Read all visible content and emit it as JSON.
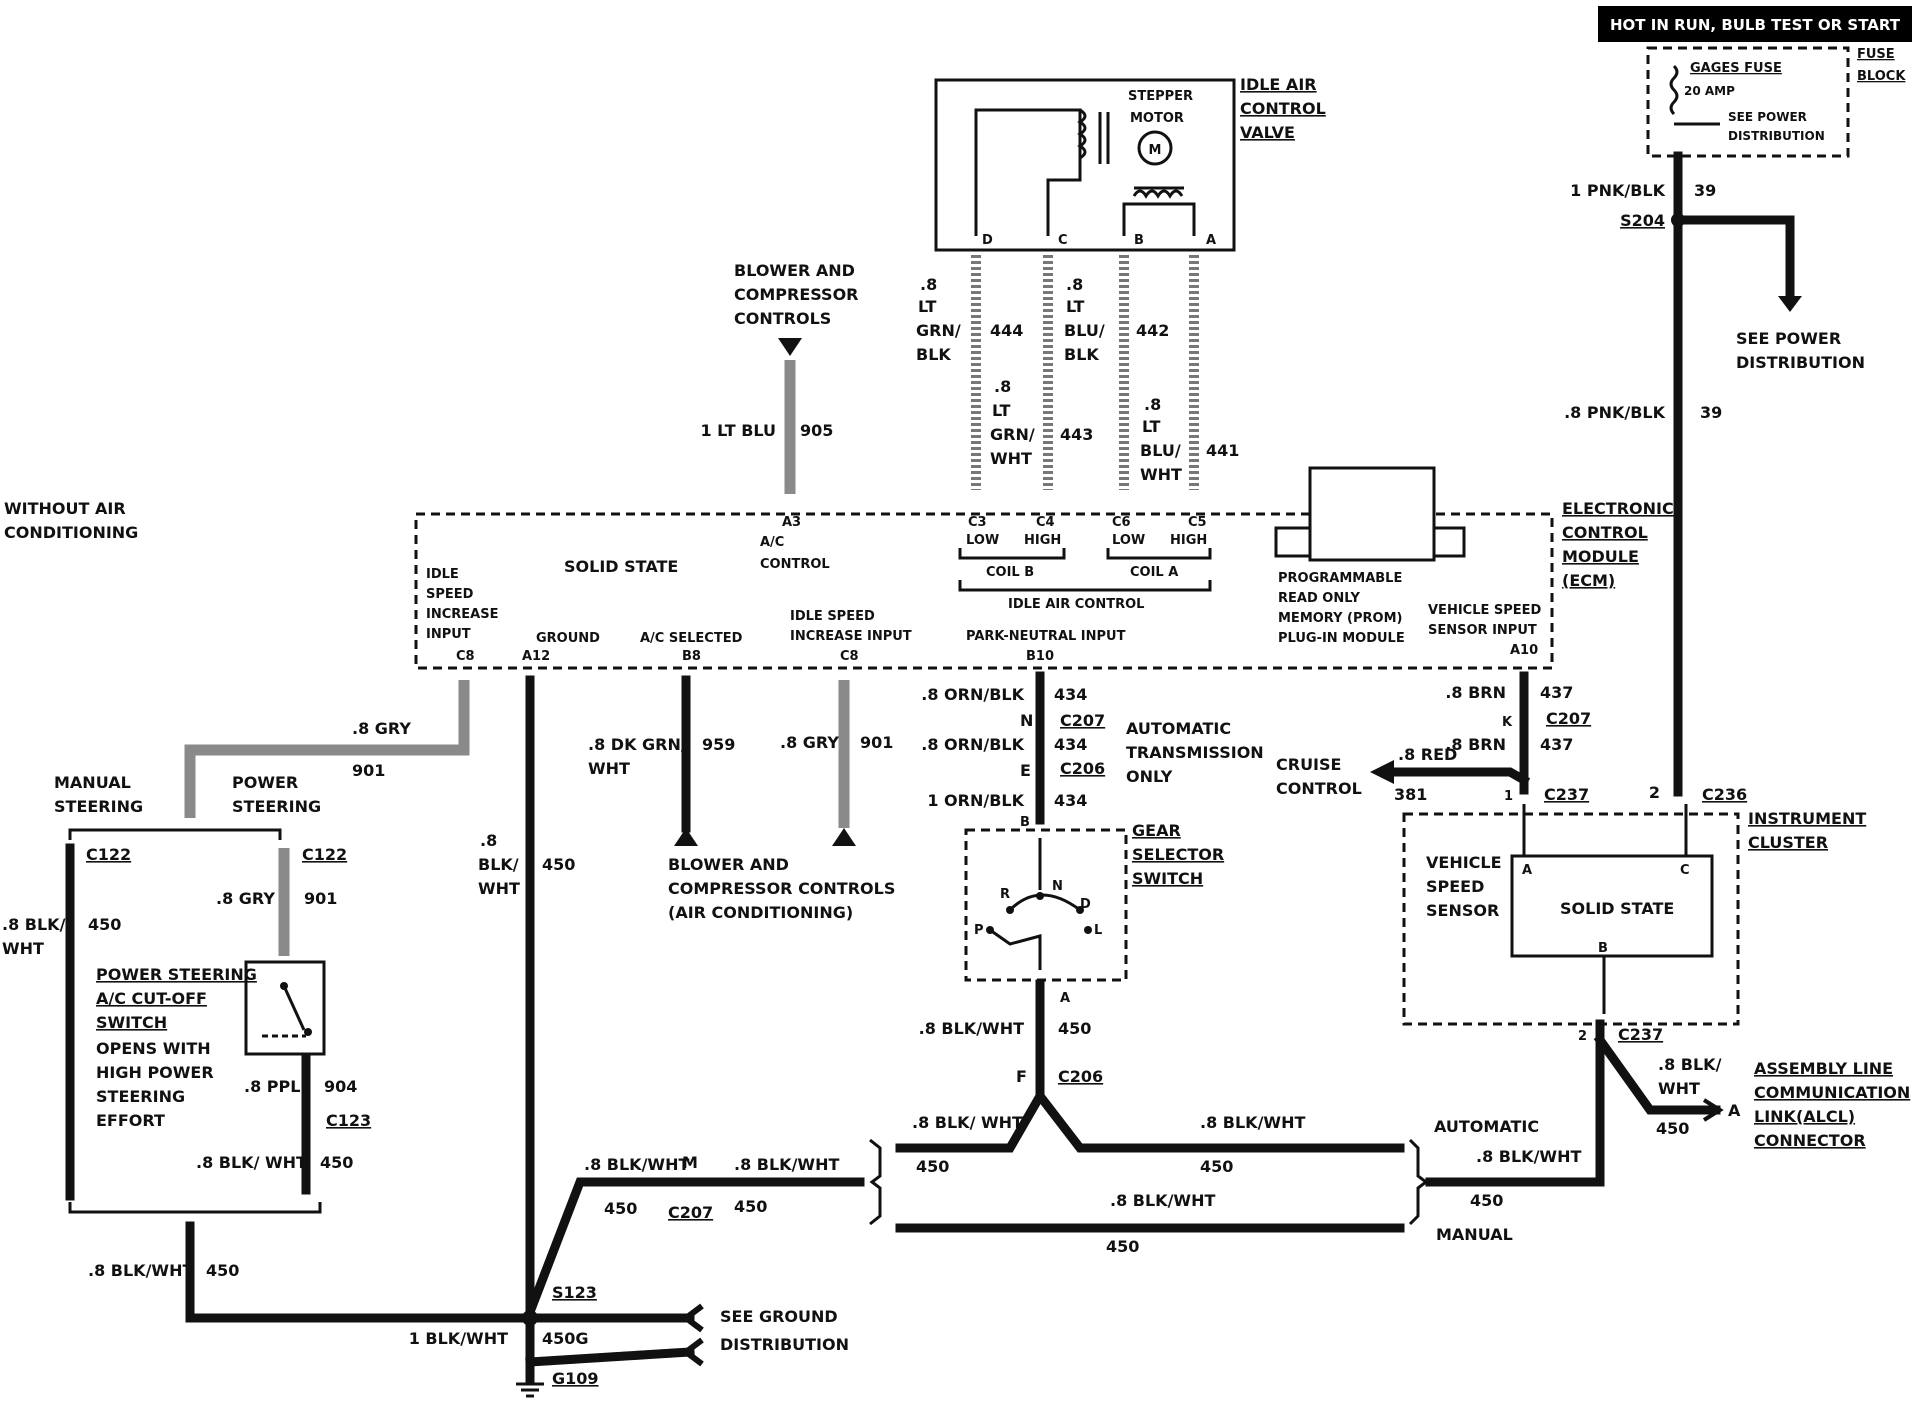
{
  "header": {
    "banner": "HOT IN RUN, BULB TEST OR START"
  },
  "fuse_block": {
    "title_line1": "FUSE",
    "title_line2": "BLOCK",
    "fuse_name": "GAGES FUSE",
    "fuse_rating": "20 AMP",
    "see_line1": "SEE POWER",
    "see_line2": "DISTRIBUTION"
  },
  "fuse_feed": {
    "wire1_color": "1 PNK/BLK",
    "wire1_num": "39",
    "splice": "S204",
    "wire2_color": ".8 PNK/BLK",
    "wire2_num": "39",
    "power_line1": "SEE POWER",
    "power_line2": "DISTRIBUTION"
  },
  "iac_valve": {
    "title_line1": "IDLE AIR",
    "title_line2": "CONTROL",
    "title_line3": "VALVE",
    "motor_line1": "STEPPER",
    "motor_line2": "MOTOR",
    "motor_symbol": "M",
    "pins": [
      "D",
      "C",
      "B",
      "A"
    ]
  },
  "iac_wires": {
    "w444_size": ".8",
    "w444_c1": "LT",
    "w444_c2": "GRN/",
    "w444_c3": "BLK",
    "w444_num": "444",
    "w443_size": ".8",
    "w443_c1": "LT",
    "w443_c2": "GRN/",
    "w443_c3": "WHT",
    "w443_num": "443",
    "w442_size": ".8",
    "w442_c1": "LT",
    "w442_c2": "BLU/",
    "w442_c3": "BLK",
    "w442_num": "442",
    "w441_size": ".8",
    "w441_c1": "LT",
    "w441_c2": "BLU/",
    "w441_c3": "WHT",
    "w441_num": "441"
  },
  "blower_top": {
    "line1": "BLOWER AND",
    "line2": "COMPRESSOR",
    "line3": "CONTROLS",
    "wire_color": "1 LT BLU",
    "wire_num": "905"
  },
  "without_ac": {
    "line1": "WITHOUT AIR",
    "line2": "CONDITIONING"
  },
  "ecm": {
    "title_line1": "ELECTRONIC",
    "title_line2": "CONTROL",
    "title_line3": "MODULE",
    "title_line4": "(ECM)",
    "solid_state": "SOLID STATE",
    "idle_inc_line1": "IDLE",
    "idle_inc_line2": "SPEED",
    "idle_inc_line3": "INCREASE",
    "idle_inc_line4": "INPUT",
    "idle_inc_pin": "C8",
    "ground_label": "GROUND",
    "ground_pin": "A12",
    "ac_ctrl_pin": "A3",
    "ac_ctrl_line1": "A/C",
    "ac_ctrl_line2": "CONTROL",
    "ac_sel_label": "A/C SELECTED",
    "ac_sel_pin": "B8",
    "idle_inc2_line1": "IDLE SPEED",
    "idle_inc2_line2": "INCREASE INPUT",
    "idle_inc2_pin": "C8",
    "c3": "C3",
    "c3_sub": "LOW",
    "c4": "C4",
    "c4_sub": "HIGH",
    "c6": "C6",
    "c6_sub": "LOW",
    "c5": "C5",
    "c5_sub": "HIGH",
    "coil_b": "COIL B",
    "coil_a": "COIL A",
    "iac_label": "IDLE AIR CONTROL",
    "pn_label": "PARK-NEUTRAL INPUT",
    "pn_pin": "B10",
    "prom_line1": "PROGRAMMABLE",
    "prom_line2": "READ ONLY",
    "prom_line3": "MEMORY (PROM)",
    "prom_line4": "PLUG-IN MODULE",
    "vss_line1": "VEHICLE SPEED",
    "vss_line2": "SENSOR INPUT",
    "vss_pin": "A10"
  },
  "steering": {
    "wire_top_color": ".8 GRY",
    "wire_top_num": "901",
    "manual_line1": "MANUAL",
    "manual_line2": "STEERING",
    "power_line1": "POWER",
    "power_line2": "STEERING",
    "c122_left": "C122",
    "c122_right": "C122",
    "left_wire_c1": ".8 BLK/",
    "left_wire_c2": "WHT",
    "left_wire_num": "450",
    "ps_wire_color": ".8 GRY",
    "ps_wire_num": "901",
    "switch_line1": "POWER STEERING",
    "switch_line2": "A/C CUT-OFF",
    "switch_line3": "SWITCH",
    "switch_line4": "OPENS WITH",
    "switch_line5": "HIGH POWER",
    "switch_line6": "STEERING",
    "switch_line7": "EFFORT",
    "ppl_color": ".8 PPL",
    "ppl_num": "904",
    "c123": "C123",
    "bot_color": ".8 BLK/ WHT",
    "bot_num": "450",
    "lower_color": ".8 BLK/WHT",
    "lower_num": "450"
  },
  "ground": {
    "a12_c1": ".8",
    "a12_c2": "BLK/",
    "a12_c3": "WHT",
    "a12_num": "450",
    "splice": "S123",
    "wire_color": "1 BLK/WHT",
    "wire_num": "450G",
    "ground_id": "G109",
    "see_line1": "SEE GROUND",
    "see_line2": "DISTRIBUTION"
  },
  "ac_wires": {
    "dkgrn_c1": ".8 DK GRN/",
    "dkgrn_c2": "WHT",
    "dkgrn_num": "959",
    "gry_color": ".8 GRY",
    "gry_num": "901",
    "blower_line1": "BLOWER AND",
    "blower_line2": "COMPRESSOR CONTROLS",
    "blower_line3": "(AIR CONDITIONING)"
  },
  "park_neutral": {
    "w1_color": ".8 ORN/BLK",
    "w1_num": "434",
    "n_pin": "N",
    "c207": "C207",
    "w2_color": ".8 ORN/BLK",
    "w2_num": "434",
    "e_pin": "E",
    "c206": "C206",
    "w3_color": "1 ORN/BLK",
    "w3_num": "434",
    "b_pin": "B",
    "auto_line1": "AUTOMATIC",
    "auto_line2": "TRANSMISSION",
    "auto_line3": "ONLY"
  },
  "gear_selector": {
    "title_line1": "GEAR",
    "title_line2": "SELECTOR",
    "title_line3": "SWITCH",
    "positions": [
      "R",
      "N",
      "D",
      "P",
      "L"
    ],
    "pin_a": "A",
    "out_color": ".8 BLK/WHT",
    "out_num": "450",
    "f_pin": "F",
    "c206": "C206"
  },
  "bottom_bus": {
    "m_pin": "M",
    "c207": "C207",
    "left_color": ".8 BLK/WHT",
    "left_num": "450",
    "mid_color": ".8 BLK/WHT",
    "mid_num": "450",
    "br1_color": ".8 BLK/ WHT",
    "br1_num": "450",
    "br2_color": ".8 BLK/WHT",
    "br2_num": "450",
    "man_color": ".8 BLK/WHT",
    "man_num": "450",
    "automatic": "AUTOMATIC",
    "manual": "MANUAL",
    "right_color": ".8 BLK/WHT",
    "right_num": "450"
  },
  "vss_wires": {
    "brn1_color": ".8 BRN",
    "brn1_num": "437",
    "k_pin": "K",
    "c207": "C207",
    "brn2_color": ".8 BRN",
    "brn2_num": "437",
    "red_color": ".8 RED",
    "red_num": "381",
    "cruise_line1": "CRUISE",
    "cruise_line2": "CONTROL",
    "pin1": "1",
    "c237": "C237",
    "pin2": "2",
    "c236": "C236"
  },
  "instrument_cluster": {
    "title_line1": "INSTRUMENT",
    "title_line2": "CLUSTER",
    "vss_line1": "VEHICLE",
    "vss_line2": "SPEED",
    "vss_line3": "SENSOR",
    "solid_state": "SOLID STATE",
    "pin_a": "A",
    "pin_c": "C",
    "pin_b": "B",
    "out_pin": "2",
    "c237": "C237"
  },
  "alcl": {
    "wire_c1": ".8 BLK/",
    "wire_c2": "WHT",
    "wire_num": "450",
    "pin": "A",
    "line1": "ASSEMBLY LINE",
    "line2": "COMMUNICATION",
    "line3": "LINK(ALCL)",
    "line4": "CONNECTOR"
  }
}
